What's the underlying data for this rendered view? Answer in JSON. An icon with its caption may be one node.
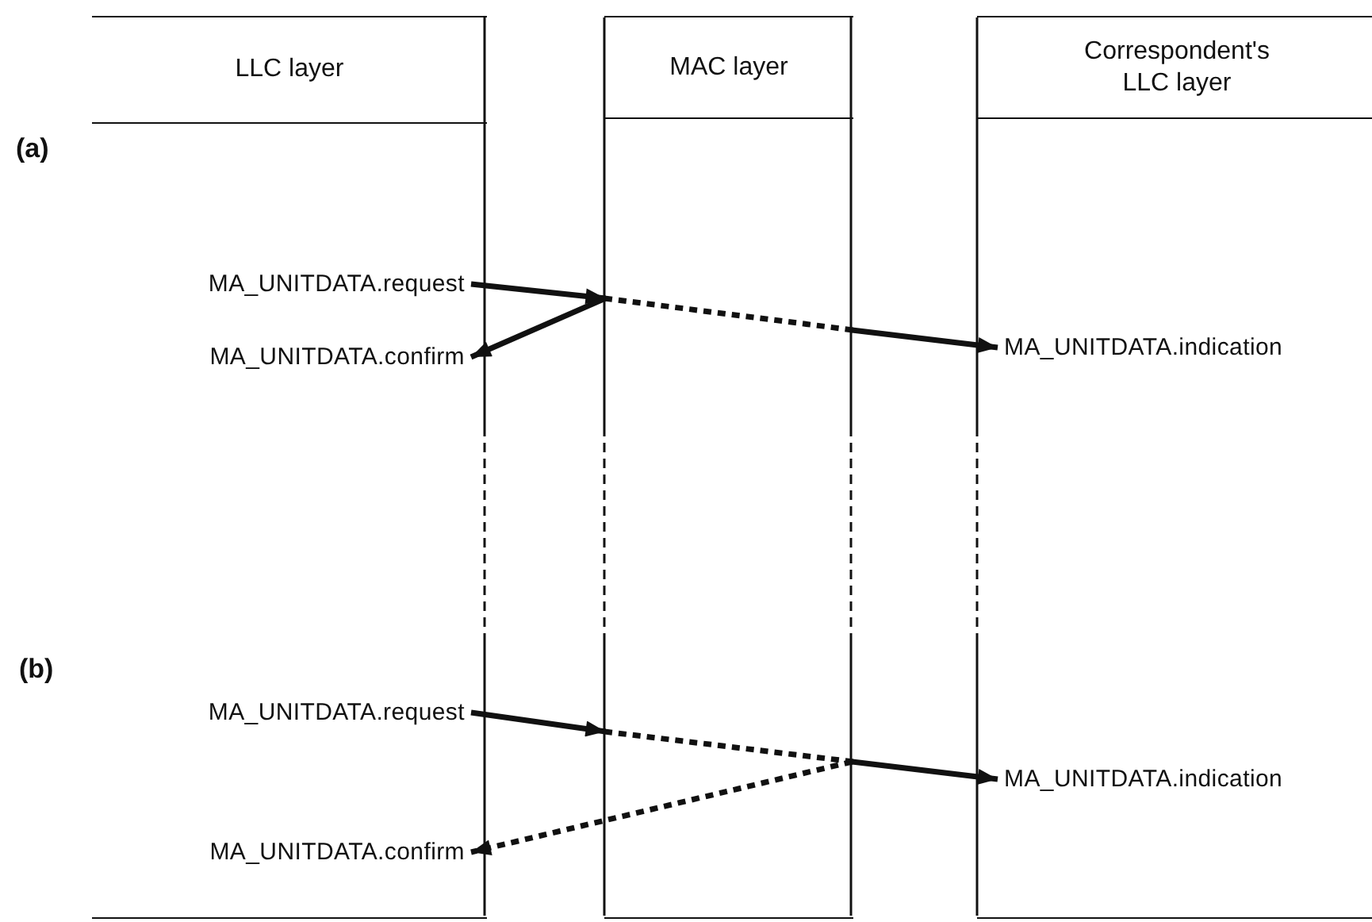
{
  "diagram": {
    "nodes": [
      {
        "text": [
          "LLC layer"
        ]
      },
      {
        "text": [
          "MAC layer"
        ]
      },
      {
        "text": [
          "Correspondent's LLC layer"
        ]
      },
      {
        "text": [
          "MA_UNITDATA.request"
        ],
        "in": 0
      },
      {
        "text": [
          "MA_UNITDATA.confirm"
        ],
        "in": 0
      },
      {
        "text": [
          "MA_UNITDATA.indication"
        ],
        "in": 2
      },
      {
        "text": [
          "MA_UNITDATA.request"
        ],
        "in": 0
      },
      {
        "text": [
          "MA_UNITDATA.confirm"
        ],
        "in": 0
      },
      {
        "text": [
          "MA_UNITDATA.indication"
        ],
        "in": 2
      }
    ],
    "edges": [
      {
        "from": 3,
        "to": 1,
        "arrow": "to"
      },
      {
        "from": 1,
        "to": 4,
        "arrow": "to"
      },
      {
        "from": 1,
        "to": 5,
        "arrow": "to"
      },
      {
        "from": 6,
        "to": 1,
        "arrow": "to"
      },
      {
        "from": 1,
        "to": 8,
        "arrow": "to"
      },
      {
        "from": 1,
        "to": 7,
        "arrow": "to",
        "style": "dashed"
      }
    ],
    "labels": [
      "(a)",
      "(b)"
    ]
  }
}
